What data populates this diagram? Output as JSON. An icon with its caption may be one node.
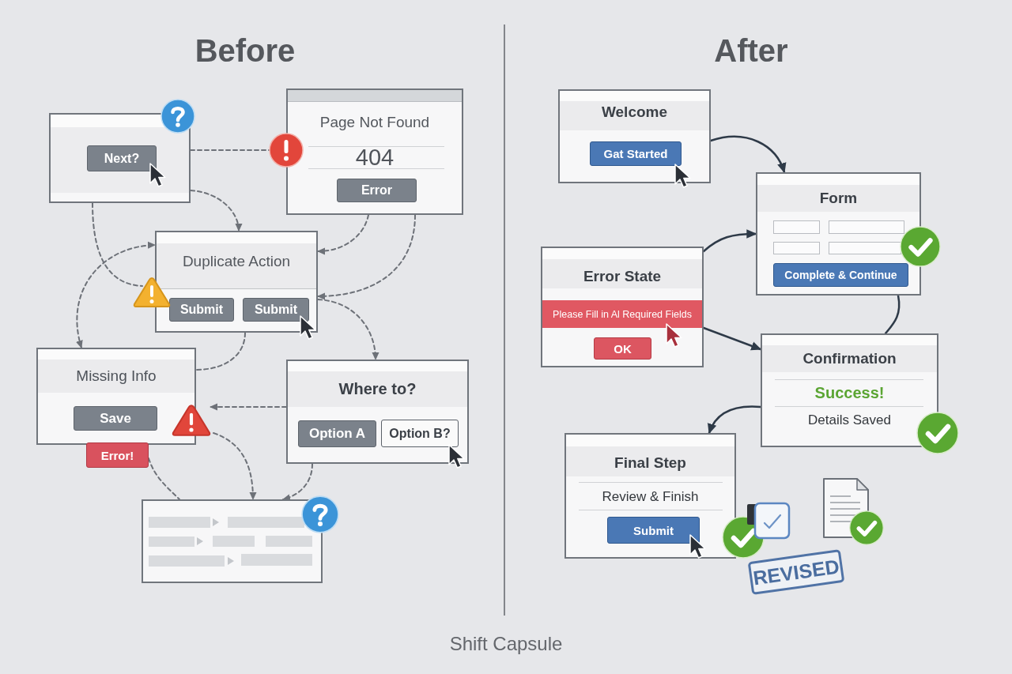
{
  "diagram": {
    "caption": "Shift Capsule",
    "nodes": [
      {
        "text": [],
        "shape": "box"
      },
      {
        "text": [
          "Next?"
        ],
        "in": 0
      },
      {
        "text": [
          "Page Not Found",
          "404"
        ]
      },
      {
        "text": [
          "Error"
        ],
        "in": 2
      },
      {
        "text": [
          "Duplicate Action"
        ]
      },
      {
        "text": [
          "Submit"
        ],
        "in": 4
      },
      {
        "text": [
          "Submit"
        ],
        "in": 4
      },
      {
        "text": [
          "Missing Info"
        ]
      },
      {
        "text": [
          "Save"
        ],
        "in": 7
      },
      {
        "text": [
          "Error!"
        ]
      },
      {
        "text": [
          "Where to?"
        ]
      },
      {
        "text": [
          "Option A"
        ],
        "in": 10
      },
      {
        "text": [
          "Option B?"
        ],
        "in": 10
      },
      {
        "text": [],
        "shape": "box"
      },
      {
        "text": [
          "Welcome"
        ]
      },
      {
        "text": [
          "Gat Started"
        ],
        "in": 14
      },
      {
        "text": [
          "Form"
        ]
      },
      {
        "text": [
          "Complete & Continue"
        ],
        "in": 16
      },
      {
        "text": [
          "Error State"
        ]
      },
      {
        "text": [
          "Please Fill in Al Required Fields"
        ],
        "in": 18
      },
      {
        "text": [
          "OK"
        ],
        "in": 18
      },
      {
        "text": [
          "Confirmation",
          "Success!",
          "Details Saved"
        ]
      },
      {
        "text": [
          "Final Step",
          "Review & Finish"
        ]
      },
      {
        "text": [
          "Submit"
        ],
        "in": 22
      },
      {
        "text": [
          "REVISED"
        ]
      }
    ],
    "edges": [
      {
        "from": 0,
        "to": 2,
        "arrow": "none",
        "style": "dashed"
      },
      {
        "from": 0,
        "to": 4,
        "arrow": "to",
        "style": "dashed"
      },
      {
        "from": 0,
        "to": 4,
        "arrow": "none",
        "style": "dashed"
      },
      {
        "from": 7,
        "to": 4,
        "arrow": "both",
        "style": "dashed"
      },
      {
        "from": 2,
        "to": 4,
        "arrow": "to",
        "style": "dashed"
      },
      {
        "from": 2,
        "to": 4,
        "arrow": "to",
        "style": "dashed"
      },
      {
        "from": 4,
        "to": 10,
        "arrow": "to",
        "style": "dashed"
      },
      {
        "from": 4,
        "to": 7,
        "arrow": "none",
        "style": "dashed"
      },
      {
        "from": 10,
        "to": 7,
        "arrow": "to",
        "style": "dashed"
      },
      {
        "from": 7,
        "to": 13,
        "arrow": "to",
        "style": "dashed"
      },
      {
        "from": 9,
        "to": 13,
        "arrow": "none",
        "style": "dashed"
      },
      {
        "from": 10,
        "to": 13,
        "arrow": "to",
        "style": "dashed"
      },
      {
        "from": 14,
        "to": 16,
        "arrow": "to",
        "color": "#2e3a48"
      },
      {
        "from": 18,
        "to": 16,
        "arrow": "to",
        "color": "#2e3a48"
      },
      {
        "from": 16,
        "to": 21,
        "arrow": "none",
        "color": "#2e3a48"
      },
      {
        "from": 18,
        "to": 21,
        "arrow": "to",
        "color": "#2e3a48"
      },
      {
        "from": 21,
        "to": 22,
        "arrow": "to",
        "color": "#2e3a48"
      }
    ],
    "labels": [
      "Before",
      "After"
    ]
  }
}
